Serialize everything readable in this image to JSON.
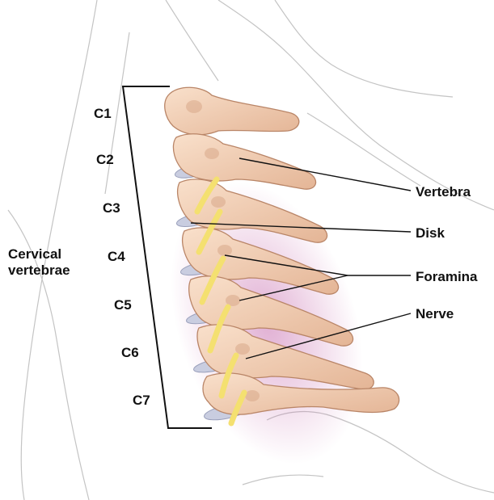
{
  "levels": [
    "C1",
    "C2",
    "C3",
    "C4",
    "C5",
    "C6",
    "C7"
  ],
  "group_label_line1": "Cervical",
  "group_label_line2": "vertebrae",
  "callouts": {
    "vertebra": "Vertebra",
    "disk": "Disk",
    "foramina": "Foramina",
    "nerve": "Nerve"
  },
  "colors": {
    "bone": "#f2cdb0",
    "bone_shadow": "#d9a98a",
    "disk": "#c9cde0",
    "nerve": "#f4e070",
    "glow": "#c86fb0",
    "sketch": "#bdbdbd",
    "line": "#111111"
  }
}
